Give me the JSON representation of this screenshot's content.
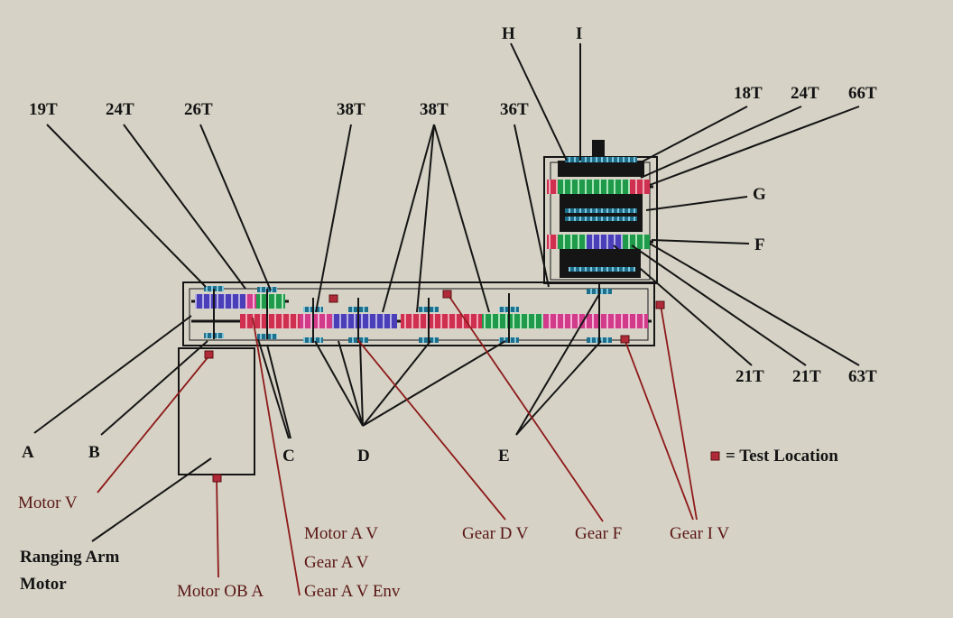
{
  "tooth_labels": [
    "19T",
    "24T",
    "26T",
    "38T",
    "38T",
    "36T",
    "18T",
    "24T",
    "66T",
    "21T",
    "21T",
    "63T"
  ],
  "point_labels": [
    "A",
    "B",
    "C",
    "D",
    "E",
    "F",
    "G",
    "H",
    "I"
  ],
  "test_labels": [
    "Motor V",
    "Motor A V",
    "Gear A V",
    "Gear A V Env",
    "Motor OB A",
    "Gear D V",
    "Gear F",
    "Gear I V"
  ],
  "motor_label": [
    "Ranging Arm",
    "Motor"
  ],
  "legend": {
    "text": "= Test Location"
  },
  "colors": {
    "background": "#d6d3c6",
    "line": "#151515",
    "test_line": "#8e1a1a",
    "test_marker": "#b02a3a",
    "gear_blue": "#4a3fb8",
    "gear_green": "#1f9a4a",
    "gear_pink": "#d23a8a",
    "gear_red": "#d03050",
    "bearing": "#1e6f8c"
  }
}
